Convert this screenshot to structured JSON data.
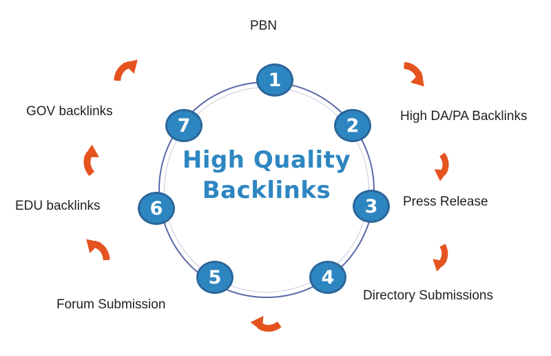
{
  "diagram": {
    "title": "High Quality Backlinks",
    "title_lines": [
      "High Quality",
      "Backlinks"
    ],
    "nodes": [
      {
        "number": "1",
        "label": "PBN"
      },
      {
        "number": "2",
        "label": "High DA/PA Backlinks"
      },
      {
        "number": "3",
        "label": "Press Release"
      },
      {
        "number": "4",
        "label": "Directory Submissions"
      },
      {
        "number": "5",
        "label": "Forum Submission"
      },
      {
        "number": "6",
        "label": "EDU backlinks"
      },
      {
        "number": "7",
        "label": "GOV backlinks"
      }
    ],
    "flow": {
      "direction": "clockwise",
      "arrow_icon": "curved-arrow-icon",
      "arrow_count": 7
    },
    "colors": {
      "node_fill": "#2e86c1",
      "node_border": "#2b6699",
      "ring_outer": "#5a68a8",
      "ring_inner": "#c6c9da",
      "arrow": "#e5531f",
      "title": "#2e86c1",
      "label": "#1f1f1f",
      "background": "#ffffff"
    }
  }
}
